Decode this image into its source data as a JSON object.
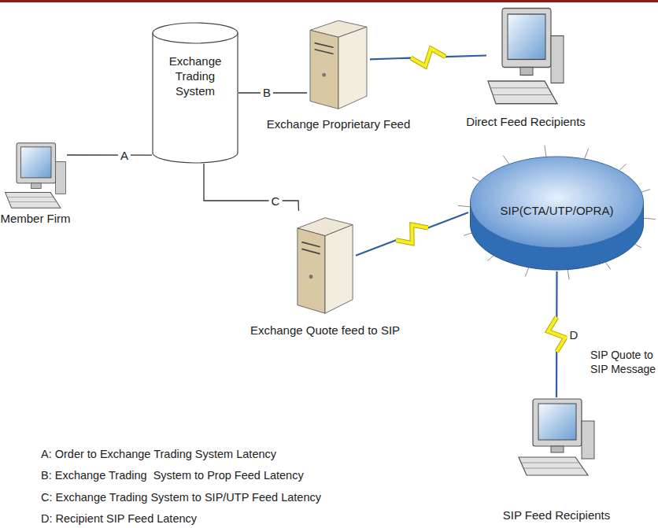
{
  "diagram": {
    "nodes": [
      {
        "text": [
          "Member Firm"
        ]
      },
      {
        "text": [
          "Exchange Trading System"
        ]
      },
      {
        "text": [
          "Exchange Proprietary Feed"
        ]
      },
      {
        "text": [
          "Direct Feed Recipients"
        ]
      },
      {
        "text": [
          "Exchange Quote feed to SIP"
        ]
      },
      {
        "text": [
          "SIP(CTA/UTP/OPRA)"
        ]
      },
      {
        "text": [
          "SIP Feed Recipients"
        ]
      }
    ],
    "edges": [
      {
        "from": 0,
        "to": 1,
        "label": "A",
        "arrow": "none"
      },
      {
        "from": 1,
        "to": 2,
        "label": "B",
        "arrow": "none"
      },
      {
        "from": 2,
        "to": 3,
        "arrow": "none"
      },
      {
        "from": 1,
        "to": 4,
        "label": "C",
        "arrow": "none"
      },
      {
        "from": 4,
        "to": 5,
        "arrow": "none"
      },
      {
        "from": 5,
        "to": 6,
        "label": "D",
        "arrow": "none"
      }
    ],
    "labels": [
      "SIP Quote to SIP Message",
      "A: Order to Exchange Trading System Latency",
      "B: Exchange Trading  System to Prop Feed Latency",
      "C: Exchange Trading System to SIP/UTP Feed Latency",
      "D: Recipient SIP Feed Latency"
    ]
  }
}
